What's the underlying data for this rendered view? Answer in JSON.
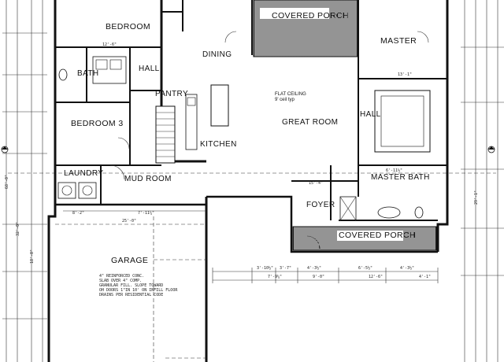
{
  "rooms": {
    "bedroom": "BEDROOM",
    "bath": "BATH",
    "hall_top": "HALL",
    "dining": "DINING",
    "master": "MASTER",
    "pantry": "PANTRY",
    "bedroom3": "BEDROOM 3",
    "kitchen": "KITCHEN",
    "great_room": "GREAT ROOM",
    "hall_right": "HALL",
    "laundry": "LAUNDRY",
    "mud_room": "MUD ROOM",
    "master_bath": "MASTER BATH",
    "foyer": "FOYER",
    "covered_porch_top": "COVERED PORCH",
    "covered_porch_front": "COVERED PORCH",
    "garage": "GARAGE"
  },
  "notes": {
    "flat_ceiling_1": "FLAT CEILING",
    "flat_ceiling_2": "9' ceil typ",
    "garage_slab_1": "4\" REINFORCED CONC.",
    "garage_slab_2": "SLAB OVER 4\" COMP.",
    "garage_slab_3": "GRANULAR FILL. SLOPE TOWARD",
    "garage_slab_4": "OH DOORS 1\"IN 10' ON INFILL FLOOR",
    "garage_slab_5": "DRAINS PER RESIDENTIAL CODE"
  },
  "dimensions": {
    "d1": "12'-6\"",
    "d2": "8'-2\"",
    "d3": "7'-11¼\"",
    "d4": "25'-0\"",
    "d5": "15'-4\"",
    "d6": "13'-1\"",
    "d7": "7'-9¼\"",
    "d8": "9'-0\"",
    "d9": "12'-6\"",
    "d10": "4'-1\"",
    "d11": "3'-10½\"",
    "d12": "3'-7\"",
    "d13": "4'-3½\"",
    "d14": "6'-5½\"",
    "d15": "4'-3½\"",
    "d16": "18'-0\"",
    "d17": "32'-0\"",
    "d18": "68'-0\"",
    "d19": "29'-1\"",
    "d20": "6'-11½\""
  }
}
